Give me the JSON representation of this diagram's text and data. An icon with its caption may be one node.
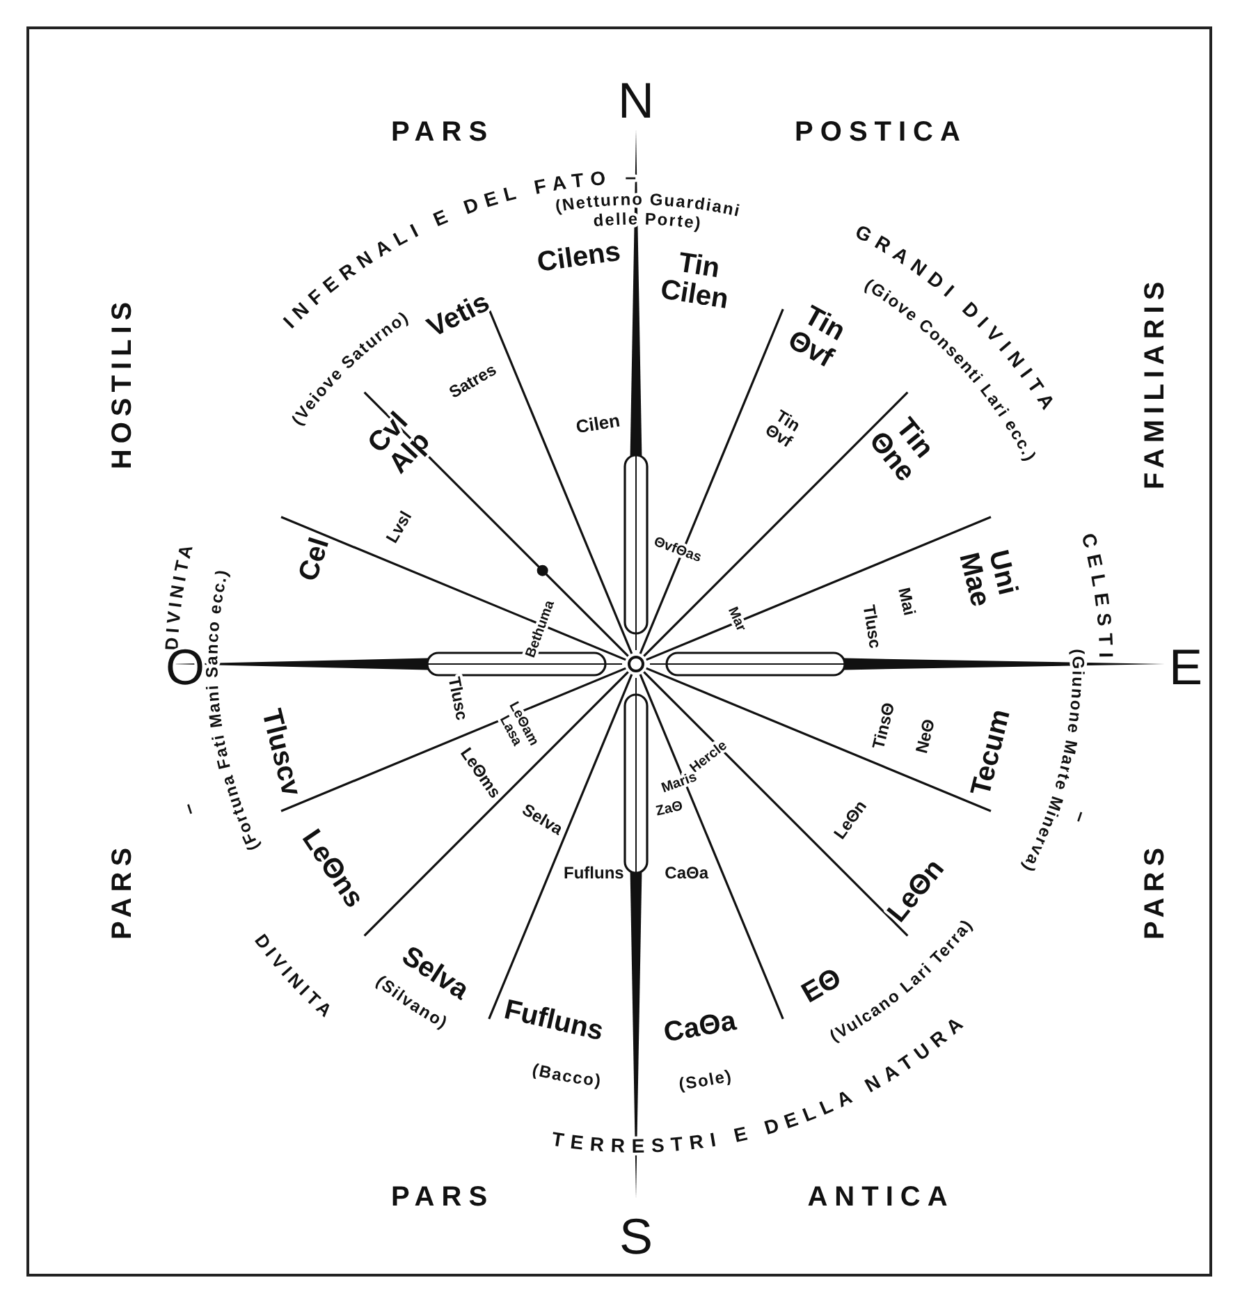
{
  "diagram": {
    "labels": [
      "PARS",
      "N",
      "POSTICA",
      "HOSTILIS",
      "DIVINITA",
      "INFERNALI E DEL FATO –",
      "GRANDI DIVINITA",
      "CELESTI",
      "(Veiove Saturno)",
      "(Netturno Guardiani delle Porte)",
      "(Giove Consenti Lari ecc.)",
      "FAMILIARIS",
      "Cilens",
      "Tin Cilen",
      "Tin Θvf",
      "Tin Θne",
      "Vetis",
      "Cilen",
      "Tin Θvf",
      "Satres",
      "Cvl Alp",
      "Lvsl",
      "ΘvfΘas",
      "Bethuma",
      "Mar",
      "Uni Mae",
      "Mai",
      "Tlusc",
      "Cel",
      "(Giunone Marte Minerva)",
      "O",
      "E",
      "Tluscv",
      "Tlusc",
      "LeΘam Lasa",
      "TinsΘ",
      "NeΘ",
      "Tecum",
      "–",
      "–",
      "(Fortuna Fati Mani Sanco ecc.)",
      "LeΘms",
      "Hercle",
      "Maris",
      "ZaΘ",
      "LeΘn",
      "LeΘns",
      "LeΘn",
      "Selva",
      "Fufluns CaΘa",
      "Selva",
      "Fufluns",
      "CaΘa",
      "EΘ",
      "PARS",
      "PARS",
      "DIVINITA",
      "(Silvano)",
      "(Bacco)",
      "(Sole)",
      "(Vulcano Lari Terra)",
      "TERRESTRI E DELLA NATURA",
      "PARS",
      "ANTICA",
      "S"
    ]
  }
}
